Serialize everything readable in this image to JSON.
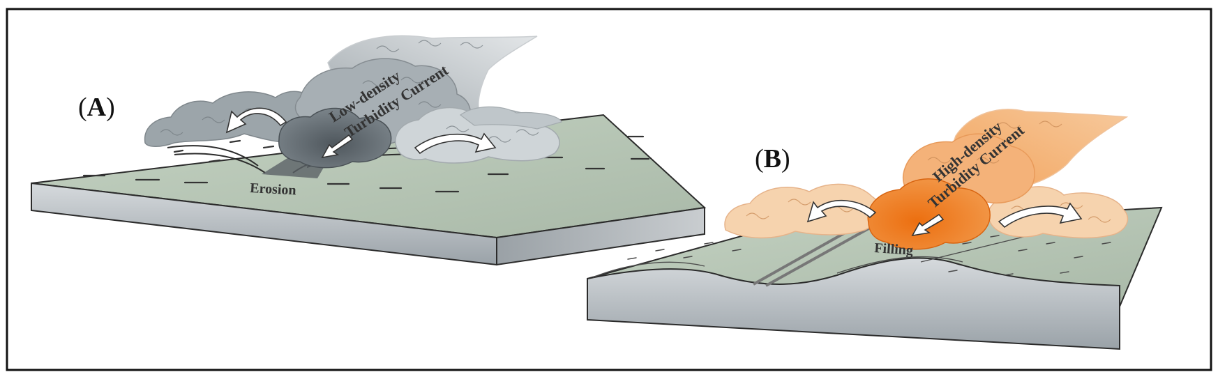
{
  "panel_a": {
    "label_letter": "A",
    "current_name_line1": "Low-density",
    "current_name_line2": "Turbidity Current",
    "process": "Erosion"
  },
  "panel_b": {
    "label_letter": "B",
    "current_name_line1": "High-density",
    "current_name_line2": "Turbidity Current",
    "process": "Filling"
  },
  "colors": {
    "frame": "#111111",
    "seafloor": "#b7c6b6",
    "slab_side": "#c3c8cc",
    "low_density_cloud": "#8e979d",
    "low_density_core": "#5d666c",
    "high_density_cloud": "#f2b37a",
    "high_density_core": "#ee7d22"
  }
}
